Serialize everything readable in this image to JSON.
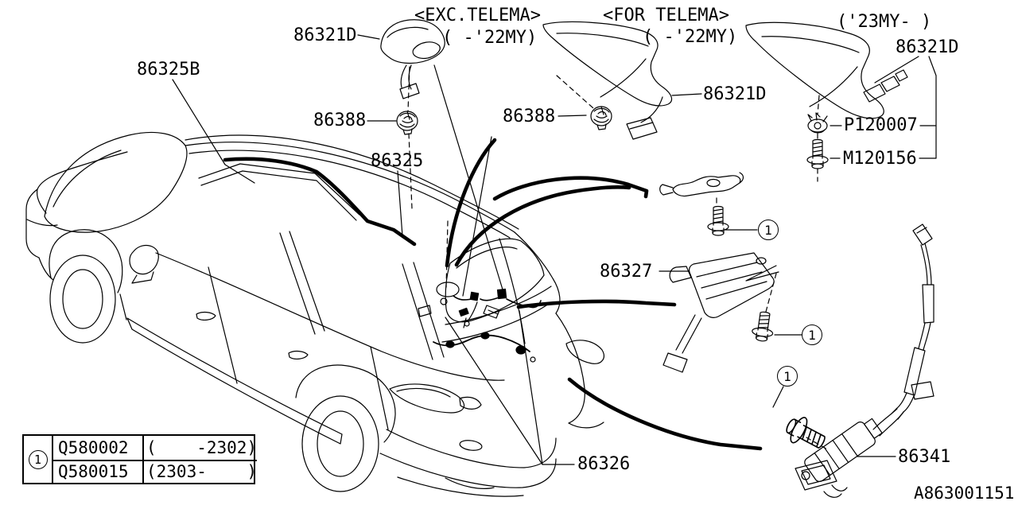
{
  "parts": {
    "p86325B": "86325B",
    "p86321D": "86321D",
    "p86388": "86388",
    "p86325": "86325",
    "p86327": "86327",
    "p86326": "86326",
    "p86341": "86341",
    "pP120007": "P120007",
    "pM120156": "M120156"
  },
  "notes": {
    "exc": "<EXC.TELEMA>",
    "fort": "<FOR TELEMA>",
    "my22": "( -'22MY)",
    "my23": "('23MY- )"
  },
  "callout": {
    "num": "1"
  },
  "table": {
    "rows": [
      {
        "part": "Q580002",
        "range": "(    -2302)"
      },
      {
        "part": "Q580015",
        "range": "(2303-    )"
      }
    ]
  },
  "ref_code": "A863001151",
  "colors": {
    "line": "#000000",
    "background": "#ffffff"
  }
}
